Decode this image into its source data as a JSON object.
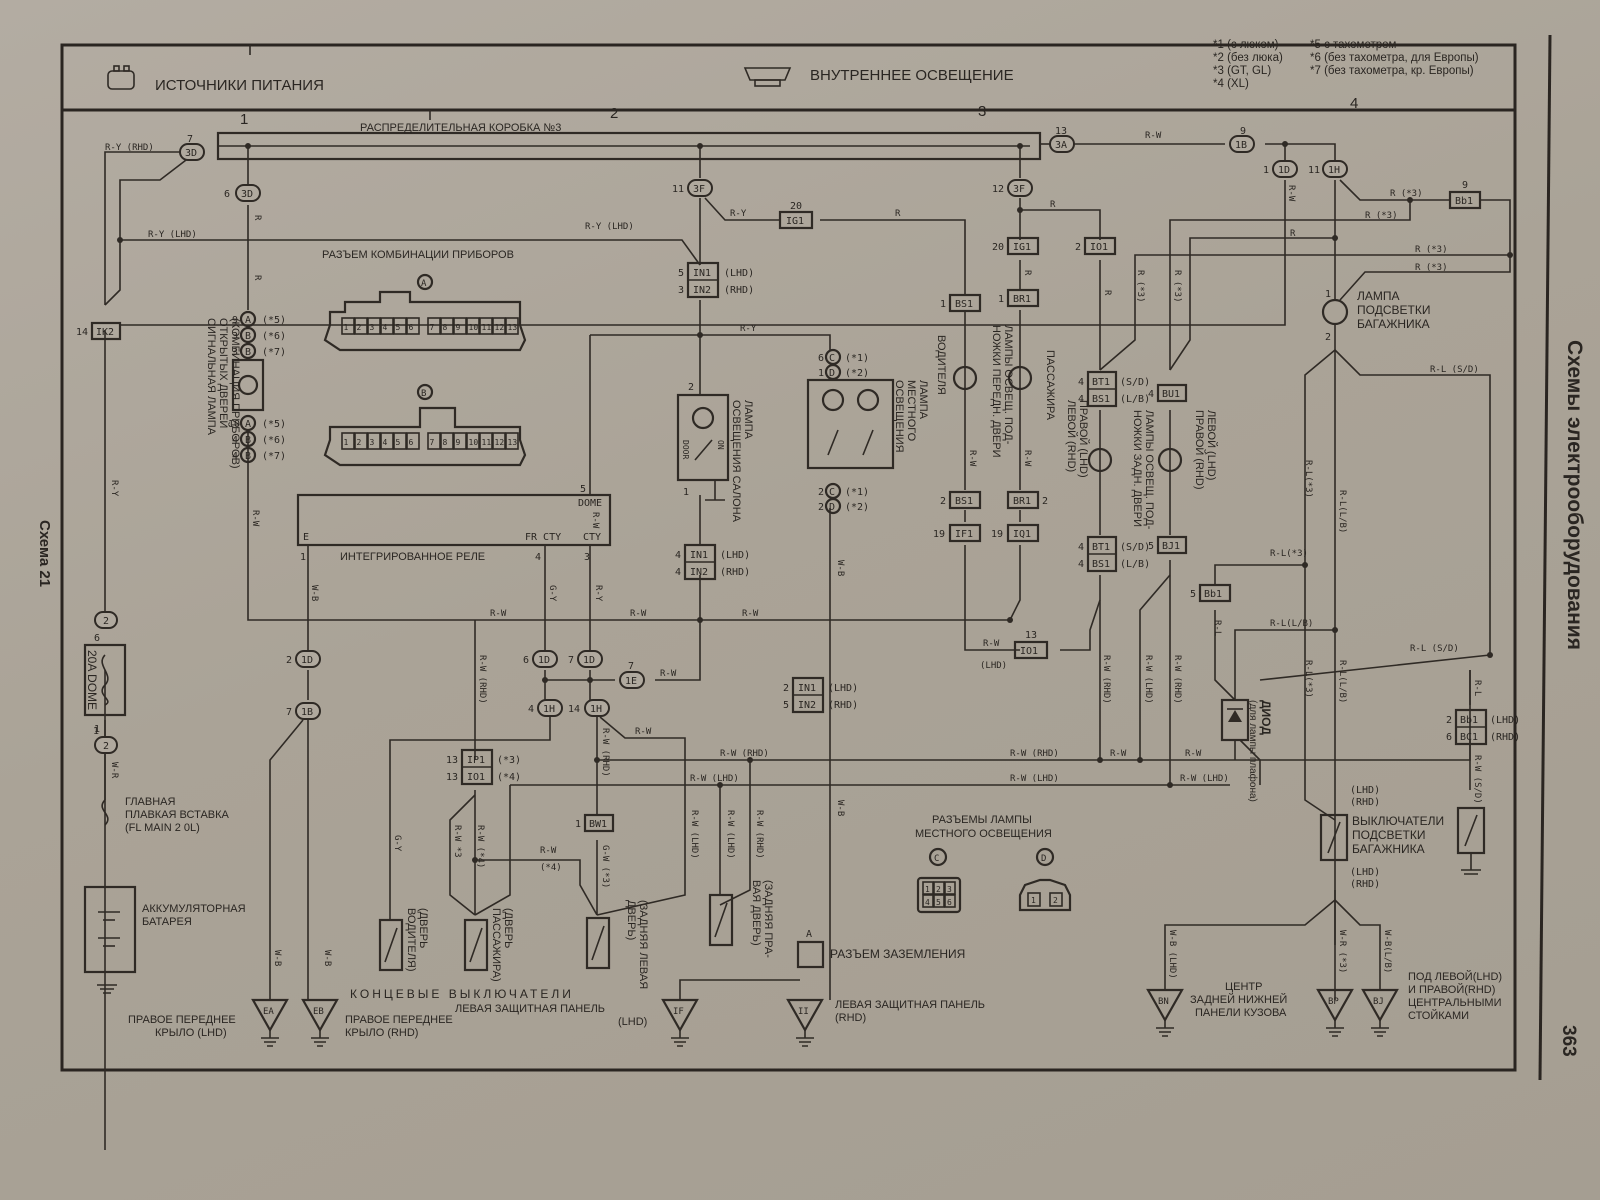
{
  "page": {
    "section_left": "ИСТОЧНИКИ ПИТАНИЯ",
    "section_right": "ВНУТРЕННЕЕ ОСВЕЩЕНИЕ",
    "scheme_label": "Схема 21",
    "chapter_label": "Схемы электрооборудования",
    "page_number": "363",
    "columns": [
      "1",
      "2",
      "3",
      "4"
    ]
  },
  "notes": [
    "*1 (с люком)",
    "*2 (без люка)",
    "*3 (GT, GL)",
    "*4 (XL)",
    "*5 с тахометром",
    "*6 (без тахометра, для Европы)",
    "*7 (без тахометра, кр. Европы)"
  ],
  "labels": {
    "junction_box": "РАСПРЕДЕЛИТЕЛЬНАЯ КОРОБКА №3",
    "instrument_connector": "РАЗЪЕМ КОМБИНАЦИИ ПРИБОРОВ",
    "door_lamp": [
      "СИГНАЛЬНАЯ ЛАМПА",
      "ОТКРЫТЫХ ДВЕРЕЙ",
      "(КОМБИНАЦИЯ ПРИБОРОВ)"
    ],
    "relay": "ИНТЕГРИРОВАННОЕ РЕЛЕ",
    "relay_pins": {
      "e": "E",
      "dome": "DOME",
      "frcty": "FR CTY",
      "cty": "CTY"
    },
    "fuse_dome": "20A DOME",
    "main_fuse": [
      "ГЛАВНАЯ",
      "ПЛАВКАЯ ВСТАВКА",
      "(FL MAIN 2 0L)"
    ],
    "battery": [
      "АККУМУЛЯТОРНАЯ",
      "БАТАРЕЯ"
    ],
    "room_lamp": [
      "ЛАМПА",
      "ОСВЕЩЕНИЯ САЛОНА"
    ],
    "room_lamp_sw": {
      "door": "DOOR",
      "on": "ON"
    },
    "map_lamp": [
      "ЛАМПА",
      "МЕСТНОГО",
      "ОСВЕЩЕНИЯ"
    ],
    "front_footlamps": [
      "ЛАМПЫ ОСВЕЩ. ПОД-",
      "НОЖКИ ПЕРЕДН. ДВЕРИ"
    ],
    "driver": "ВОДИТЕЛЯ",
    "passenger": "ПАССАЖИРА",
    "rear_footlamps": [
      "ЛАМПЫ ОСВЕЩ. ПОД-",
      "НОЖКИ ЗАДН. ДВЕРИ"
    ],
    "right_lhd_left_rhd": [
      "ПРАВОЙ (LHD)",
      "ЛЕВОЙ (RHD)"
    ],
    "left_lhd_right_rhd": [
      "ЛЕВОЙ (LHD)",
      "ПРАВОЙ (RHD)"
    ],
    "luggage_lamp": [
      "ЛАМПА",
      "ПОДСВЕТКИ",
      "БАГАЖНИКА"
    ],
    "diode": [
      "ДИОД",
      "(для лампы плафона)"
    ],
    "luggage_switches": [
      "ВЫКЛЮЧАТЕЛИ",
      "ПОДСВЕТКИ",
      "БАГАЖНИКА"
    ],
    "map_lamp_connectors": [
      "РАЗЪЕМЫ ЛАМПЫ",
      "МЕСТНОГО ОСВЕЩЕНИЯ"
    ],
    "ground_connector": "РАЗЪЕМ ЗАЗЕМЛЕНИЯ",
    "courtesy_switches": "КОНЦЕВЫЕ ВЫКЛЮЧАТЕЛИ",
    "sw_driver_door": [
      "(ДВЕРЬ",
      "ВОДИТЕЛЯ)"
    ],
    "sw_pass_door": [
      "(ДВЕРЬ",
      "ПАССАЖИРА)"
    ],
    "sw_rear_left": [
      "(ЗАДНЯЯ ЛЕВАЯ",
      "ДВЕРЬ)"
    ],
    "sw_rear_right": [
      "(ЗАДНЯЯ ПРА-",
      "ВАЯ ДВЕРЬ)"
    ],
    "gnd_ea": [
      "ПРАВОЕ ПЕРЕДНЕЕ",
      "КРЫЛО (LHD)"
    ],
    "gnd_eb": [
      "ПРАВОЕ ПЕРЕДНЕЕ",
      "КРЫЛО (RHD)"
    ],
    "gnd_if": [
      "ЛЕВАЯ ЗАЩИТНАЯ ПАНЕЛЬ",
      "(LHD)"
    ],
    "gnd_ii": [
      "ЛЕВАЯ ЗАЩИТНАЯ ПАНЕЛЬ",
      "(RHD)"
    ],
    "gnd_bn": [
      "ЦЕНТР",
      "ЗАДНЕЙ НИЖНЕЙ",
      "ПАНЕЛИ КУЗОВА"
    ],
    "gnd_bj": [
      "ПОД ЛЕВОЙ(LHD)",
      "И ПРАВОЙ(RHD)",
      "ЦЕНТРАЛЬНЫМИ",
      "СТОЙКАМИ"
    ]
  },
  "grounds": [
    "EA",
    "EB",
    "IF",
    "II",
    "BN",
    "BP",
    "BJ"
  ],
  "connectors": {
    "c3d_7": "3D",
    "c3d_6": "3D",
    "c3f_11": "3F",
    "c3f_12": "3F",
    "c3a": "3A",
    "c1b_9": "1B",
    "c1d_1": "1D",
    "c1h_11": "1H",
    "c1d_2": "1D",
    "c1b_7": "1B",
    "c1d_6": "1D",
    "c1d_7": "1D",
    "c1e": "1E",
    "c1h_4": "1H",
    "c1h_14": "1H",
    "c2_top": "2",
    "c2_bot": "2",
    "ik2": "IK2",
    "ig1_a": "IG1",
    "ig1_b": "IG1",
    "io1_a": "IO1",
    "io1_b": "IO1",
    "io1_c": "IO1",
    "in1": "IN1",
    "in2": "IN2",
    "bs1": "BS1",
    "br1": "BR1",
    "bt1": "BT1",
    "bu1": "BU1",
    "bj1": "BJ1",
    "if1": "IF1",
    "iq1": "IQ1",
    "ip1": "IP1",
    "bw1": "BW1",
    "bb1": "Bb1",
    "bc1": "BC1",
    "pin_a": "A",
    "pin_b": "B",
    "pin_c": "C",
    "pin_d": "D"
  },
  "instrument_pins": [
    "1",
    "2",
    "3",
    "4",
    "5",
    "6",
    "7",
    "8",
    "9",
    "10",
    "11",
    "12",
    "13"
  ],
  "map_conn_c_pins": [
    "1",
    "2",
    "3",
    "4",
    "5",
    "6"
  ],
  "map_conn_d_pins": [
    "1",
    "2"
  ],
  "wires": {
    "ry_rhd": "R-Y (RHD)",
    "ry_lhd": "R-Y (LHD)",
    "ry": "R-Y",
    "r": "R",
    "rw": "R-W",
    "r3": "R (*3)",
    "wr": "W-R",
    "wb": "W-B",
    "gy": "G-Y",
    "rw_rhd": "R-W (RHD)",
    "rw_lhd": "R-W (LHD)",
    "rw3": "R-W *3",
    "rw4": "R-W (*4)",
    "gw3": "G-W (*3)",
    "rl3": "R-L(*3)",
    "rllb": "R-L(L/B)",
    "rlsd": "R-L (S/D)",
    "rl": "R-L",
    "wr3": "W-R (*3)",
    "wblb": "W-B(L/B)",
    "wblhd": "W-B (LHD)",
    "rwsd": "R-W (S/D)"
  },
  "variants": {
    "s5": "(*5)",
    "s6": "(*6)",
    "s7": "(*7)",
    "s1": "(*1)",
    "s2": "(*2)",
    "s3": "(*3)",
    "s4": "(*4)",
    "lhd": "(LHD)",
    "rhd": "(RHD)",
    "sd": "(S/D)",
    "lb": "(L/B)"
  }
}
